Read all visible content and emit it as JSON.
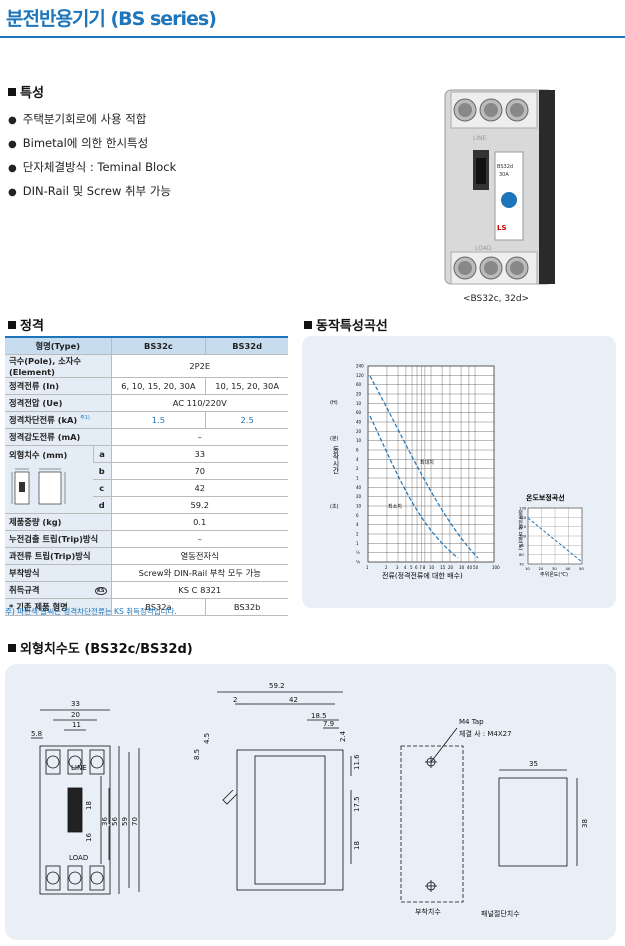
{
  "title": "분전반용기기 (BS series)",
  "features": {
    "heading": "특성",
    "items": [
      "주택분기회로에 사용 적합",
      "Bimetal에 의한 한시특성",
      "단자체결방식 : Teminal Block",
      "DIN-Rail 및 Screw 취부 가능"
    ]
  },
  "photo": {
    "caption": "<BS32c, 32d>",
    "line_label": "LINE",
    "load_label": "LOAD",
    "model_label": "BS32d",
    "ampere": "30A",
    "brand": "LS"
  },
  "ratings": {
    "heading": "정격",
    "header": [
      "형명(Type)",
      "BS32c",
      "BS32d"
    ],
    "rows": [
      {
        "label": "극수(Pole), 소자수(Element)",
        "merged": "2P2E"
      },
      {
        "label": "정격전류 (In)",
        "c": "6, 10, 15, 20, 30A",
        "d": "10, 15, 20, 30A"
      },
      {
        "label": "정격전압 (Ue)",
        "merged": "AC 110/220V"
      },
      {
        "label": "정격차단전류 (kA)",
        "sup": "주1)",
        "c": "1.5",
        "d": "2.5"
      },
      {
        "label": "정격감도전류 (mA)",
        "merged": "–"
      },
      {
        "label": "외형치수 (mm)",
        "sub": "a",
        "merged": "33"
      },
      {
        "label": "",
        "sub": "b",
        "merged": "70"
      },
      {
        "label": "",
        "sub": "c",
        "merged": "42"
      },
      {
        "label": "",
        "sub": "d",
        "merged": "59.2"
      },
      {
        "label": "제품중량 (kg)",
        "merged": "0.1"
      },
      {
        "label": "누전검출 트립(Trip)방식",
        "merged": "–"
      },
      {
        "label": "과전류 트립(Trip)방식",
        "merged": "열동전자식"
      },
      {
        "label": "부착방식",
        "merged": "Screw와 DIN-Rail 부착 모두 가능"
      },
      {
        "label": "취득규격",
        "mark": "KS",
        "merged": "KS C 8321"
      },
      {
        "label": "* 기존 제품 형명",
        "c": "BS32a",
        "d": "BS32b"
      }
    ],
    "note": "주) 파란색 글씨는 정격차단전류는 KS 취득정격입니다."
  },
  "characteristic": {
    "heading": "동작특성곡선",
    "y_unit_h": "(H)",
    "y_unit_m": "(분)",
    "y_unit_s": "(초)",
    "y_title": "동작시간",
    "y_ticks": [
      "240",
      "120",
      "60",
      "20",
      "10",
      "60",
      "40",
      "20",
      "10",
      "6",
      "4",
      "2",
      "1",
      "40",
      "20",
      "10",
      "6",
      "4",
      "2",
      "1",
      "½",
      "¼"
    ],
    "x_ticks": [
      "1",
      "2",
      "3",
      "4",
      "5",
      "6",
      "7",
      "8",
      "10",
      "15",
      "20",
      "30",
      "40",
      "50",
      "100"
    ],
    "x_title": "전류(정격전류에 대한 배수)",
    "max_label": "최대치",
    "min_label": "최소치",
    "temp_title": "온도보정곡선",
    "temp_y_ticks": [
      "130",
      "120",
      "110",
      "100",
      "90",
      "80",
      "70"
    ],
    "temp_x_ticks": [
      "10",
      "20",
      "30",
      "40",
      "50"
    ],
    "temp_x_title": "주위온도(℃)",
    "temp_y_title": "정격전류 보정(%)"
  },
  "dimensions": {
    "heading": "외형치수도 (BS32c/BS32d)",
    "front": {
      "w33": "33",
      "w20": "20",
      "w11": "11",
      "w58": "5.8",
      "h18": "18",
      "h16": "16",
      "h36": "36",
      "h56": "56",
      "h59": "59",
      "h70": "70",
      "line": "LINE",
      "load": "LOAD"
    },
    "side": {
      "d592": "59.2",
      "d2": "2",
      "d42": "42",
      "d185": "18.5",
      "d79": "7.9",
      "d24": "2.4",
      "d45": "4.5",
      "d85": "8.5",
      "d116": "11.6",
      "d175": "17.5",
      "d18": "18"
    },
    "mount": {
      "tap": "M4 Tap",
      "screw": "체결  사 : M4X27",
      "label": "부착치수"
    },
    "cutout": {
      "w35": "35",
      "h38": "38",
      "label": "패널절단치수"
    }
  }
}
